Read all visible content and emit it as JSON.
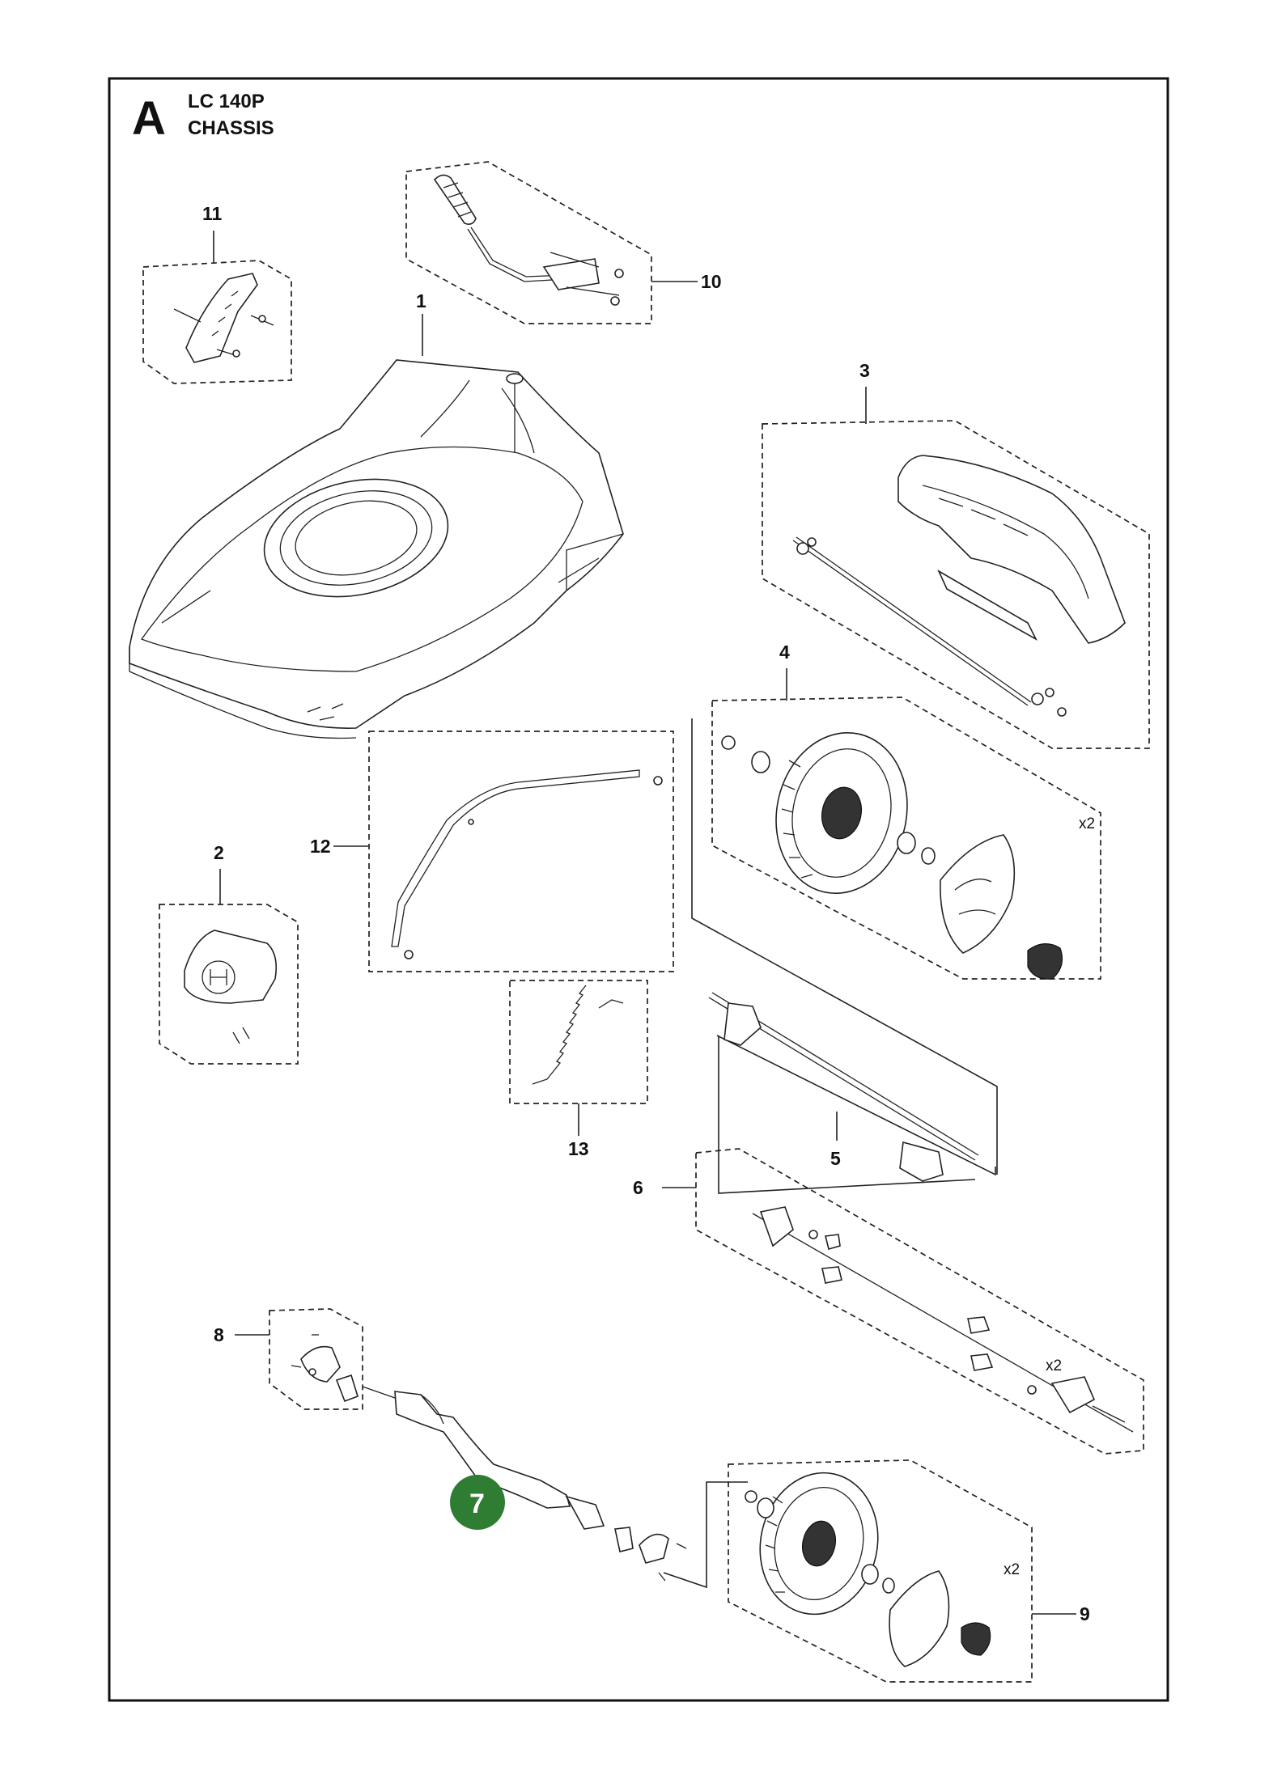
{
  "header": {
    "section_letter": "A",
    "model": "LC 140P",
    "title": "CHASSIS"
  },
  "highlight_color": "#2e7d32",
  "parts": [
    {
      "number": "1"
    },
    {
      "number": "2"
    },
    {
      "number": "3"
    },
    {
      "number": "4",
      "quantity": "x2"
    },
    {
      "number": "5"
    },
    {
      "number": "6"
    },
    {
      "number": "7",
      "highlighted": true
    },
    {
      "number": "8"
    },
    {
      "number": "9",
      "quantity": "x2"
    },
    {
      "number": "10"
    },
    {
      "number": "11"
    },
    {
      "number": "12"
    },
    {
      "number": "13"
    }
  ],
  "quantity_labels": {
    "wheel_front": "x2",
    "axle_rear": "x2",
    "wheel_rear": "x2"
  }
}
